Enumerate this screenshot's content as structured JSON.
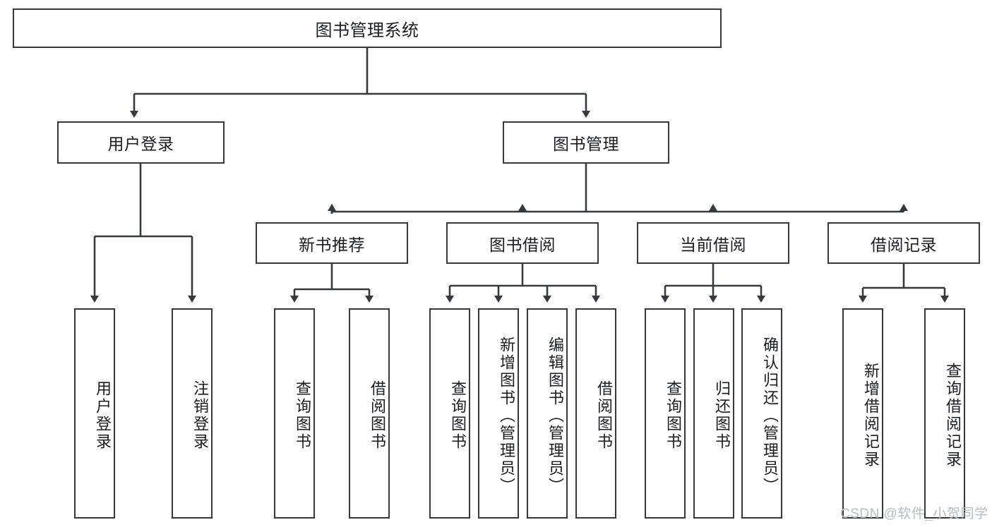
{
  "diagram": {
    "title": "图书管理系统",
    "type": "tree-hierarchy-diagram",
    "colors": {
      "stroke": "#36393d",
      "text": "#1b1d20",
      "background": "#ffffff",
      "watermark": "#b9bcc0"
    },
    "root": {
      "label": "图书管理系统"
    },
    "level2": [
      {
        "label": "用户登录"
      },
      {
        "label": "图书管理"
      }
    ],
    "level3": [
      {
        "label": "新书推荐"
      },
      {
        "label": "图书借阅"
      },
      {
        "label": "当前借阅"
      },
      {
        "label": "借阅记录"
      }
    ],
    "leaves": {
      "user_login": [
        {
          "label": "用户登录"
        },
        {
          "label": "注销登录"
        }
      ],
      "new_book_recommend": [
        {
          "label": "查询图书"
        },
        {
          "label": "借阅图书"
        }
      ],
      "book_borrow": [
        {
          "label": "查询图书"
        },
        {
          "label": "新增图书（管理员）"
        },
        {
          "label": "编辑图书（管理员）"
        },
        {
          "label": "借阅图书"
        }
      ],
      "current_borrow": [
        {
          "label": "查询图书"
        },
        {
          "label": "归还图书"
        },
        {
          "label": "确认归还（管理员）"
        }
      ],
      "borrow_record": [
        {
          "label": "新增借阅记录"
        },
        {
          "label": "查询借阅记录"
        }
      ]
    }
  },
  "watermark": {
    "text": "CSDN @软件_小贺同学"
  }
}
